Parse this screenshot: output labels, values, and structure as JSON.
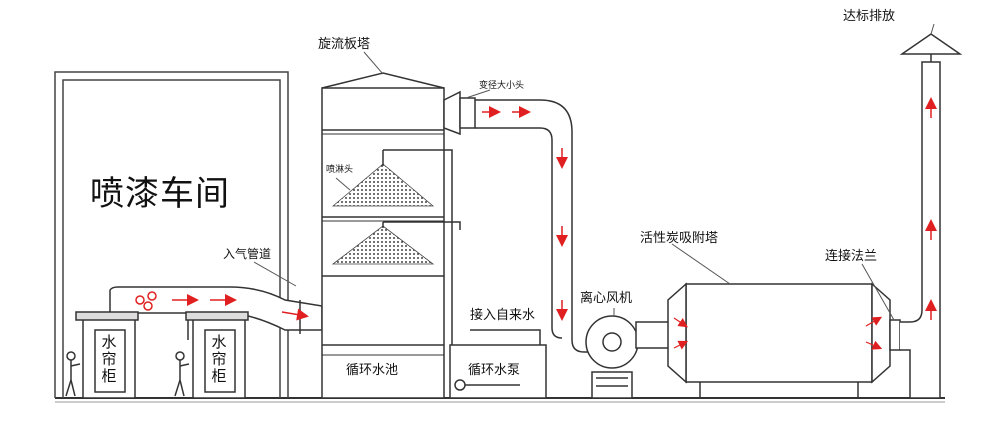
{
  "labels": {
    "workshop": "喷漆车间",
    "air_inlet_pipe": "入气管道",
    "spiral_tower": "旋流板塔",
    "reducer": "变径大小头",
    "spray_head": "喷淋头",
    "tap_water": "接入自来水",
    "circulation_pool": "循环水池",
    "circulation_pump": "循环水泵",
    "centrifugal_fan": "离心风机",
    "activated_carbon_tower": "活性炭吸附塔",
    "flange": "连接法兰",
    "discharge": "达标排放",
    "water_curtain_1": "水\n帘\n柜",
    "water_curtain_2": "水\n帘\n柜"
  },
  "colors": {
    "line": "#333333",
    "arrow": "#e02020",
    "fill_light": "#f2f2f2"
  }
}
